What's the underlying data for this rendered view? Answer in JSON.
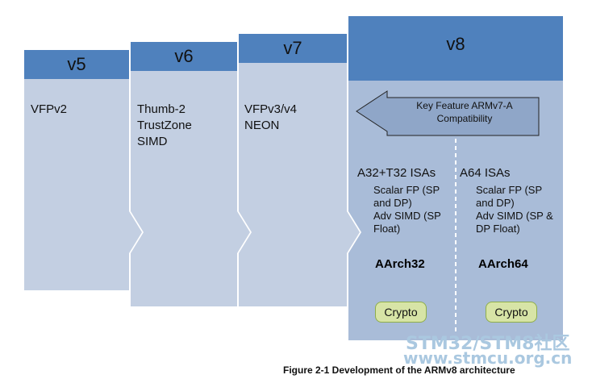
{
  "columns": [
    {
      "header": "v5",
      "features": "VFPv2"
    },
    {
      "header": "v6",
      "features": "Thumb-2\nTrustZone\nSIMD"
    },
    {
      "header": "v7",
      "features": "VFPv3/v4\nNEON"
    },
    {
      "header": "v8"
    }
  ],
  "key_feature": "Key Feature ARMv7-A\nCompatibility",
  "v8_isas": [
    {
      "title": "A32+T32 ISAs",
      "details": "Scalar FP (SP\nand DP)\nAdv SIMD (SP\nFloat)",
      "state": "AArch32",
      "crypto": "Crypto"
    },
    {
      "title": "A64 ISAs",
      "details": "Scalar FP (SP\nand DP)\nAdv SIMD (SP &\nDP Float)",
      "state": "AArch64",
      "crypto": "Crypto"
    }
  ],
  "caption": "Figure 2-1 Development of the ARMv8 architecture",
  "watermark": {
    "line1": "STM32/STM8社区",
    "line2": "www.stmcu.org.cn"
  },
  "colors": {
    "header_blue": "#4f81bd",
    "body_blue": "#c3cfe2",
    "v8_body": "#a9bcd8",
    "arrow_fill": "#8fa6c8",
    "crypto_fill": "#d7e4a6"
  }
}
